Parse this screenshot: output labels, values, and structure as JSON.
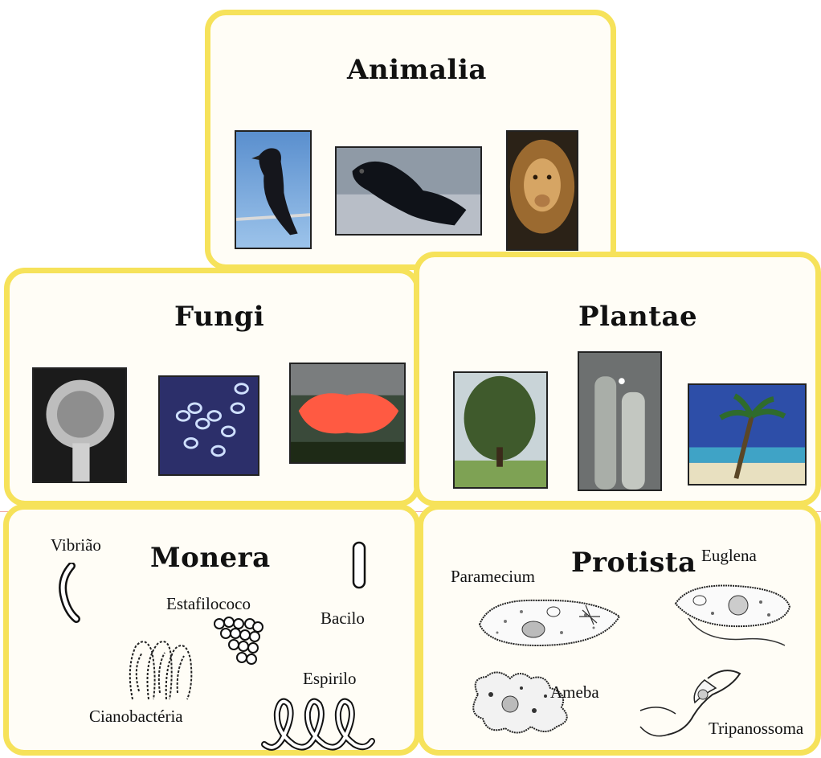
{
  "kingdoms": {
    "animalia": {
      "title": "Animalia",
      "images": [
        "crow-photo",
        "seal-photo",
        "lion-photo"
      ]
    },
    "fungi": {
      "title": "Fungi",
      "images": [
        "aspergillus-photo",
        "yeast-cells-photo",
        "red-mushroom-photo"
      ]
    },
    "plantae": {
      "title": "Plantae",
      "images": [
        "tree-photo",
        "cactus-photo",
        "palm-tree-photo"
      ]
    },
    "monera": {
      "title": "Monera",
      "labels": {
        "vibrio": "Vibrião",
        "staphylococcus": "Estafilococo",
        "bacillus": "Bacilo",
        "spirillum": "Espirilo",
        "cyanobacteria": "Cianobactéria"
      }
    },
    "protista": {
      "title": "Protista",
      "labels": {
        "paramecium": "Paramecium",
        "euglena": "Euglena",
        "amoeba": "Ameba",
        "trypanosoma": "Tripanossoma"
      }
    }
  },
  "colors": {
    "card_border": "#f6e25a",
    "card_fill": "#fffdf6"
  }
}
